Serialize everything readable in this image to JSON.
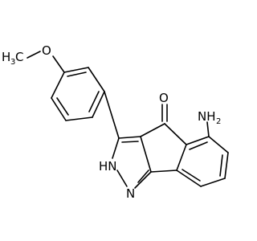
{
  "molecule": {
    "labels": {
      "methyl": "H",
      "methyl_c": "C",
      "methyl_sub": "3",
      "ether_o": "O",
      "carbonyl_o": "O",
      "amine": "NH",
      "amine_sub": "2",
      "nh_ring": "HN",
      "n_ring": "N"
    }
  }
}
